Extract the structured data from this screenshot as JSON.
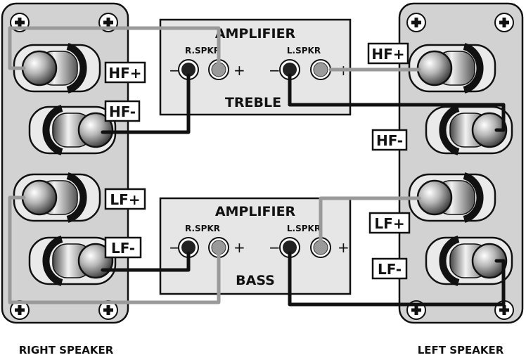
{
  "amplifiers": {
    "treble": {
      "title": "AMPLIFIER",
      "name": "TREBLE",
      "r_spkr": "R.SPKR",
      "l_spkr": "L.SPKR",
      "minus_sign": "−",
      "plus_sign": "+"
    },
    "bass": {
      "title": "AMPLIFIER",
      "name": "BASS",
      "r_spkr": "R.SPKR",
      "l_spkr": "L.SPKR",
      "minus_sign": "−",
      "plus_sign": "+"
    }
  },
  "speakers": {
    "right": {
      "caption": "RIGHT SPEAKER",
      "terminals": {
        "hf_plus": "HF+",
        "hf_minus": "HF-",
        "lf_plus": "LF+",
        "lf_minus": "LF-"
      }
    },
    "left": {
      "caption": "LEFT SPEAKER",
      "terminals": {
        "hf_plus": "HF+",
        "hf_minus": "HF-",
        "lf_plus": "LF+",
        "lf_minus": "LF-"
      }
    }
  },
  "colors": {
    "panel_fill": "#d2d2d2",
    "amp_fill": "#e6e6e6",
    "wire_black": "#111111",
    "wire_gray": "#9a9a9a"
  }
}
